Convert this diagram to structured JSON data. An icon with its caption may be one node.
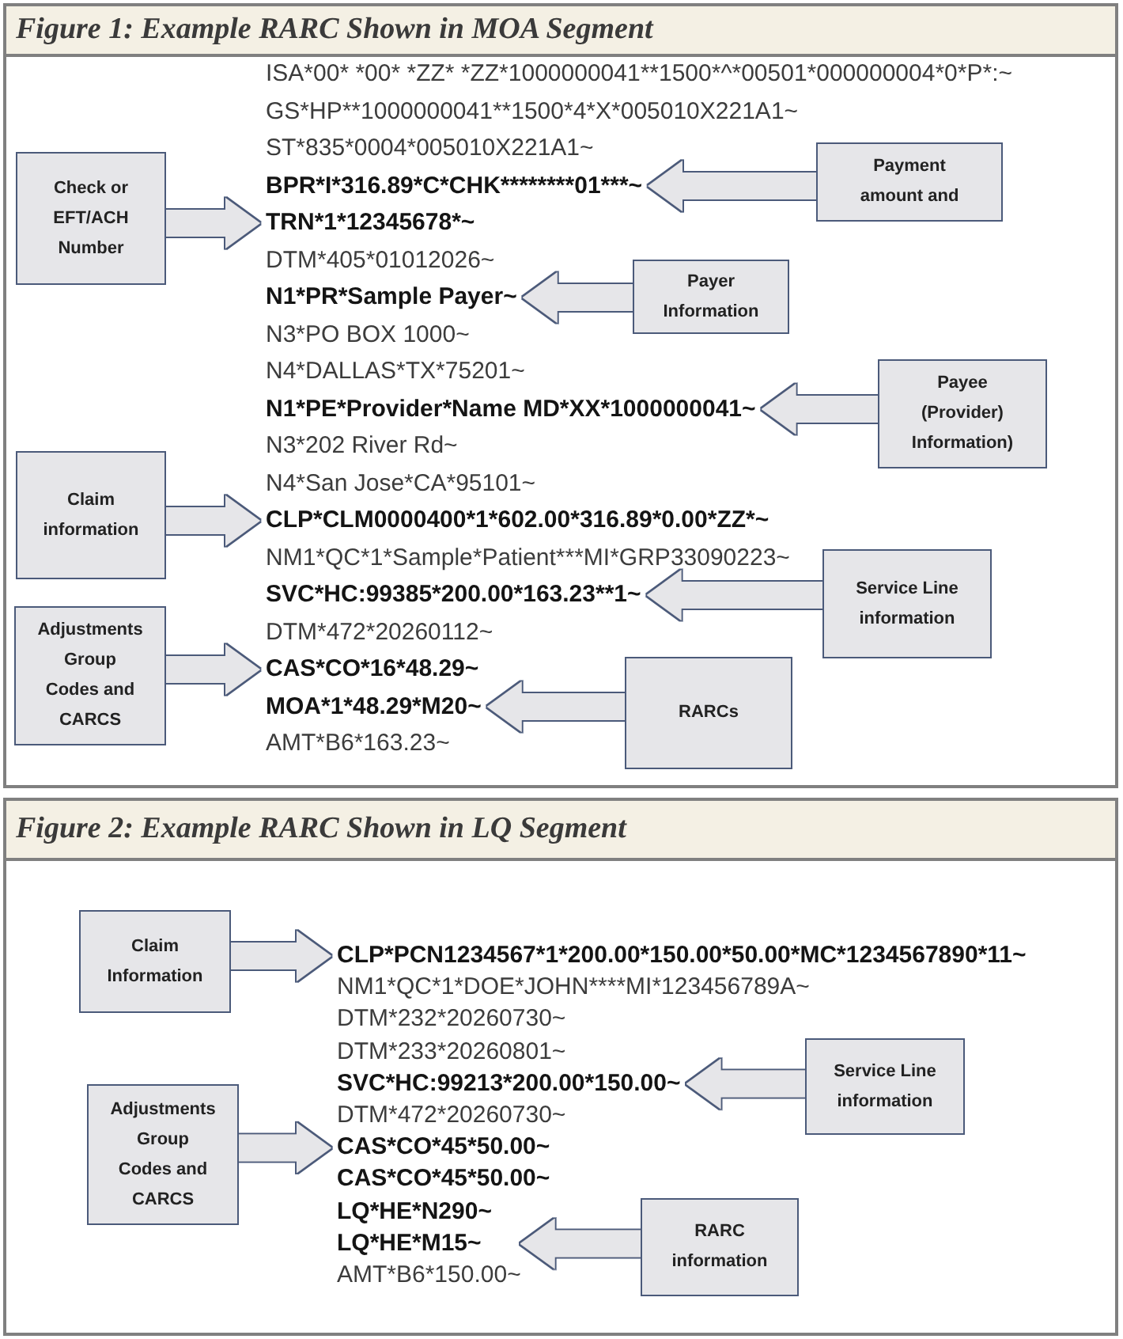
{
  "diagram": {
    "nodes": [
      {
        "text": [
          "Figure 1: Example RARC Shown in MOA Segment"
        ]
      },
      {
        "text": [
          "Check or EFT/ACH Number"
        ],
        "in": 0
      },
      {
        "text": [
          "Payment amount and"
        ],
        "in": 0
      },
      {
        "text": [
          "Payer Information"
        ],
        "in": 0
      },
      {
        "text": [
          "Payee (Provider) Information)"
        ],
        "in": 0
      },
      {
        "text": [
          "Claim information"
        ],
        "in": 0
      },
      {
        "text": [
          "Service Line information"
        ],
        "in": 0
      },
      {
        "text": [
          "Adjustments Group Codes and CARCS"
        ],
        "in": 0
      },
      {
        "text": [
          "RARCs"
        ],
        "in": 0
      },
      {
        "text": [
          "BPR*I*316.89*C*CHK********01***~"
        ],
        "in": 0
      },
      {
        "text": [
          "TRN*1*12345678*~"
        ],
        "in": 0
      },
      {
        "text": [
          "N1*PR*Sample Payer~"
        ],
        "in": 0
      },
      {
        "text": [
          "N1*PE*Provider*Name MD*XX*1000000041~"
        ],
        "in": 0
      },
      {
        "text": [
          "CLP*CLM0000400*1*602.00*316.89*0.00*ZZ*~"
        ],
        "in": 0
      },
      {
        "text": [
          "SVC*HC:99385*200.00*163.23**1~"
        ],
        "in": 0
      },
      {
        "text": [
          "CAS*CO*16*48.29~"
        ],
        "in": 0
      },
      {
        "text": [
          "MOA*1*48.29*M20~"
        ],
        "in": 0
      },
      {
        "text": [
          "Figure 2: Example RARC Shown in LQ Segment"
        ]
      },
      {
        "text": [
          "Claim Information"
        ],
        "in": 17
      },
      {
        "text": [
          "Service Line information"
        ],
        "in": 17
      },
      {
        "text": [
          "Adjustments Group Codes and CARCS"
        ],
        "in": 17
      },
      {
        "text": [
          "RARC information"
        ],
        "in": 17
      },
      {
        "text": [
          "CLP*PCN1234567*1*200.00*150.00*50.00*MC*1234567890*11~"
        ],
        "in": 17
      },
      {
        "text": [
          "SVC*HC:99213*200.00*150.00~"
        ],
        "in": 17
      },
      {
        "text": [
          "CAS*CO*45*50.00~"
        ],
        "in": 17
      },
      {
        "text": [
          "LQ*HE*M15~"
        ],
        "in": 17
      }
    ],
    "edges": [
      {
        "from": 1,
        "to": 10,
        "arrow": "to"
      },
      {
        "from": 2,
        "to": 9,
        "arrow": "to"
      },
      {
        "from": 3,
        "to": 11,
        "arrow": "to"
      },
      {
        "from": 4,
        "to": 12,
        "arrow": "to"
      },
      {
        "from": 5,
        "to": 13,
        "arrow": "to"
      },
      {
        "from": 6,
        "to": 14,
        "arrow": "to"
      },
      {
        "from": 7,
        "to": 15,
        "arrow": "to"
      },
      {
        "from": 8,
        "to": 16,
        "arrow": "to"
      },
      {
        "from": 18,
        "to": 22,
        "arrow": "to"
      },
      {
        "from": 19,
        "to": 23,
        "arrow": "to"
      },
      {
        "from": 20,
        "to": 24,
        "arrow": "to"
      },
      {
        "from": 21,
        "to": 25,
        "arrow": "to"
      }
    ],
    "labels": [
      "ISA*00* *00* *ZZ* *ZZ*1000000041**1500*^*00501*000000004*0*P*:~",
      "GS*HP**1000000041**1500*4*X*005010X221A1~",
      "ST*835*0004*005010X221A1~",
      "DTM*405*01012026~",
      "N3*PO BOX 1000~",
      "N4*DALLAS*TX*75201~",
      "N3*202 River Rd~",
      "N4*San Jose*CA*95101~",
      "NM1*QC*1*Sample*Patient***MI*GRP33090223~",
      "DTM*472*20260112~",
      "AMT*B6*163.23~",
      "NM1*QC*1*DOE*JOHN****MI*123456789A~",
      "DTM*232*20260730~",
      "DTM*233*20260801~",
      "DTM*472*20260730~",
      "CAS*CO*45*50.00~",
      "LQ*HE*N290~",
      "AMT*B6*150.00~"
    ]
  }
}
